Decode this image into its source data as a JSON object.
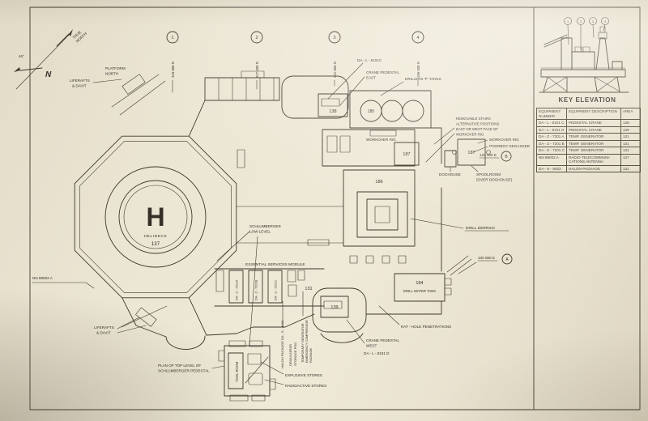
{
  "compass": {
    "n": "N",
    "true_north_1": "TRUE",
    "true_north_2": "NORTH",
    "platform_north_1": "PLATFORM",
    "platform_north_2": "NORTH",
    "angle": "46°"
  },
  "grid": {
    "cols": [
      {
        "num": "1",
        "northing": "343 000 N"
      },
      {
        "num": "2",
        "northing": "227 600 N"
      },
      {
        "num": "3",
        "northing": "212 000 N"
      },
      {
        "num": "4",
        "northing": "186 500 N"
      }
    ],
    "easting_b": {
      "value": "120 000 E",
      "ref": "B"
    },
    "easting_a": {
      "value": "100 000 E",
      "ref": "A"
    }
  },
  "helideck": {
    "h": "H",
    "name": "HELIDECK",
    "area": "137"
  },
  "blocks": {
    "b138": "138",
    "b185": "185",
    "b186": "186",
    "b187_workover": "187",
    "b187_spool": "187",
    "b139": "139",
    "b184": "184",
    "area131": "131"
  },
  "units": {
    "a": "DA - Z - 7201A",
    "b": "DA - Z - 7201B",
    "c": "DA - Z - 7201C"
  },
  "labels": {
    "liferafts_top": [
      "LIFERAFTS",
      "& DAVIT"
    ],
    "nn98002a": "NN 98002 A",
    "liferafts_bottom": [
      "LIFERAFTS",
      "& DAVIT"
    ],
    "schlumberger": [
      "SCHLUMBERGER",
      "LOW LEVEL"
    ],
    "esm": "ESSENTIAL SERVICES MODULE",
    "da_l_8101c": "DA - L - 8101C",
    "crane_east": [
      "CRANE PEDESTAL",
      "EAST"
    ],
    "drillers_tanks": "DRILLERS 'P' TANKS",
    "removable_stairs": [
      "REMOVABLE STAIRS",
      "ALTERNATIVE POSITIONS",
      "EAST OR WEST FACE OF",
      "WORKOVER RIG"
    ],
    "workover_rig_box": "WORKOVER RIG",
    "workover_rig": "WORKOVER RIG",
    "poorboy": "POORBOY DEGASSER",
    "doghouse": "DOGHOUSE",
    "spoolroom": [
      "SPOOLROOM",
      "(OVER DOGHOUSE)"
    ],
    "drill_derrick": "DRILL DERRICK",
    "drill_water_tank": "DRILL WATER TANK",
    "rat_hole": "RAT - HOLE PENETRATIONS",
    "crane_west": [
      "CRANE PEDESTAL",
      "WEST"
    ],
    "da_l_8101d": "DA - L - 8101 D",
    "plan_top": [
      "PLAN OF TOP LEVEL OF",
      "SCHLUMBERGER PEDESTAL"
    ],
    "tool_room": "TOOL ROOM",
    "explosive": "EXPLOSIVE STORES",
    "radioactive": "RADIOACTIVE STORES",
    "halon_vert": "HALON PACKAGE DA - S - 8403",
    "demulsifier_vert_1": "DEMULSIFIER",
    "demulsifier_vert_2": "STORAGE POD",
    "temp_gen_vert_1": "TEMPORARY GENERATOR",
    "temp_gen_vert_2": "EMERGENCY COMPRESSOR",
    "temp_gen_vert_3": "PACKAGE"
  },
  "key_panel": {
    "title": "KEY ELEVATION",
    "markers": [
      "1",
      "2",
      "3",
      "4"
    ],
    "table": {
      "headers": [
        "EQUIPMENT NUMBER",
        "EQUIPMENT DESCRIPTION",
        "AREA"
      ],
      "rows": [
        [
          "DA - L - 8101 C",
          "PEDESTAL CRANE",
          "138"
        ],
        [
          "DA - L - 8101 D",
          "PEDESTAL CRANE",
          "139"
        ],
        [
          "DA - Z - 7201 A",
          "TEMP. GENERATOR",
          "131"
        ],
        [
          "DA - Z - 7201 B",
          "TEMP. GENERATOR",
          "131"
        ],
        [
          "DA - Z - 7201 C",
          "TEMP. GENERATOR",
          "131"
        ],
        [
          "NN 98002 A",
          "RADIO TELECOMMUNI- CATIONS ANTENNA",
          "137"
        ],
        [
          "DA - S - 8403",
          "HALON PACKAGE",
          "131"
        ]
      ]
    }
  },
  "colors": {
    "paper": "#ece6d4",
    "line": "#3c382c",
    "background": "#c9c1ac"
  }
}
